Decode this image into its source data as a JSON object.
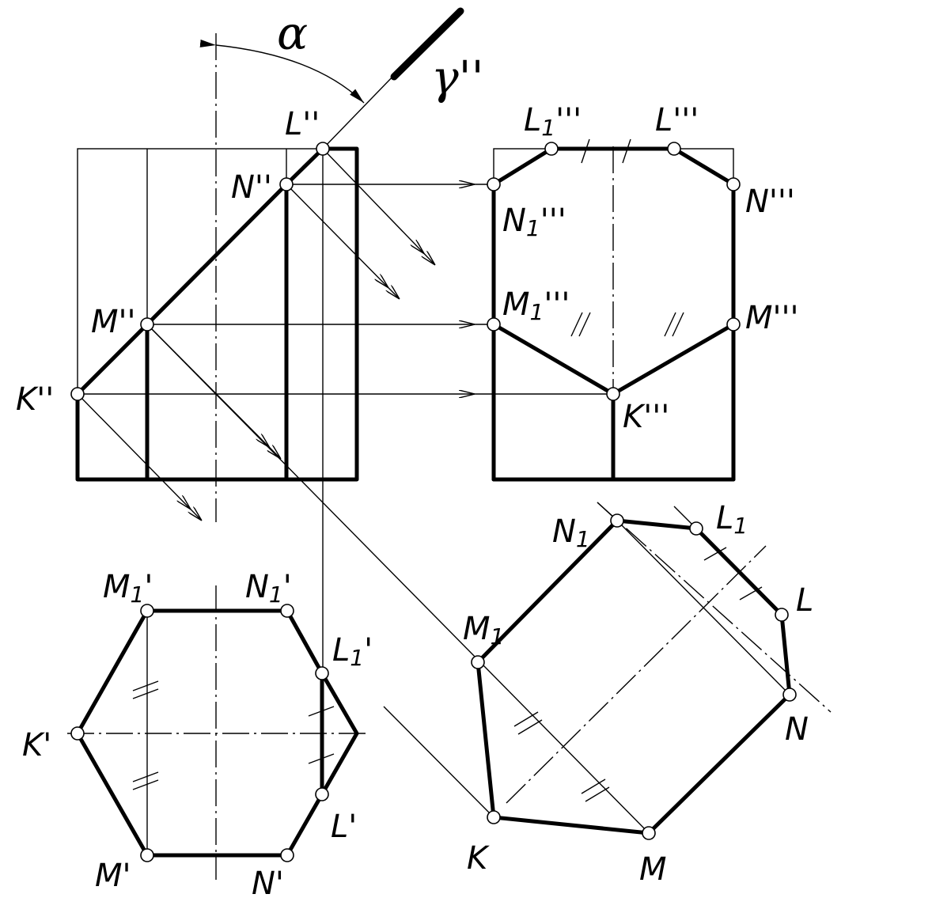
{
  "angle_label": "α",
  "plane_label": "γ''",
  "labels": {
    "front": {
      "L": "L''",
      "N": "N''",
      "M": "M''",
      "K": "K''"
    },
    "side": {
      "L1": {
        "base": "L",
        "sub": "1",
        "primes": "'''"
      },
      "L": "L'''",
      "N1": {
        "base": "N",
        "sub": "1",
        "primes": "'''"
      },
      "N": "N'''",
      "M1": {
        "base": "M",
        "sub": "1",
        "primes": "'''"
      },
      "M": "M'''",
      "K": "K'''"
    },
    "top": {
      "M1": {
        "base": "M",
        "sub": "1",
        "primes": "'"
      },
      "N1": {
        "base": "N",
        "sub": "1",
        "primes": "'"
      },
      "L1": {
        "base": "L",
        "sub": "1",
        "primes": "'"
      },
      "K": "K'",
      "L": "L'",
      "M": "M'",
      "N": "N'"
    },
    "true_shape": {
      "N1": {
        "base": "N",
        "sub": "1"
      },
      "L1": {
        "base": "L",
        "sub": "1"
      },
      "L": "L",
      "M1": {
        "base": "M",
        "sub": "1"
      },
      "N": "N",
      "K": "K",
      "M": "M"
    }
  }
}
